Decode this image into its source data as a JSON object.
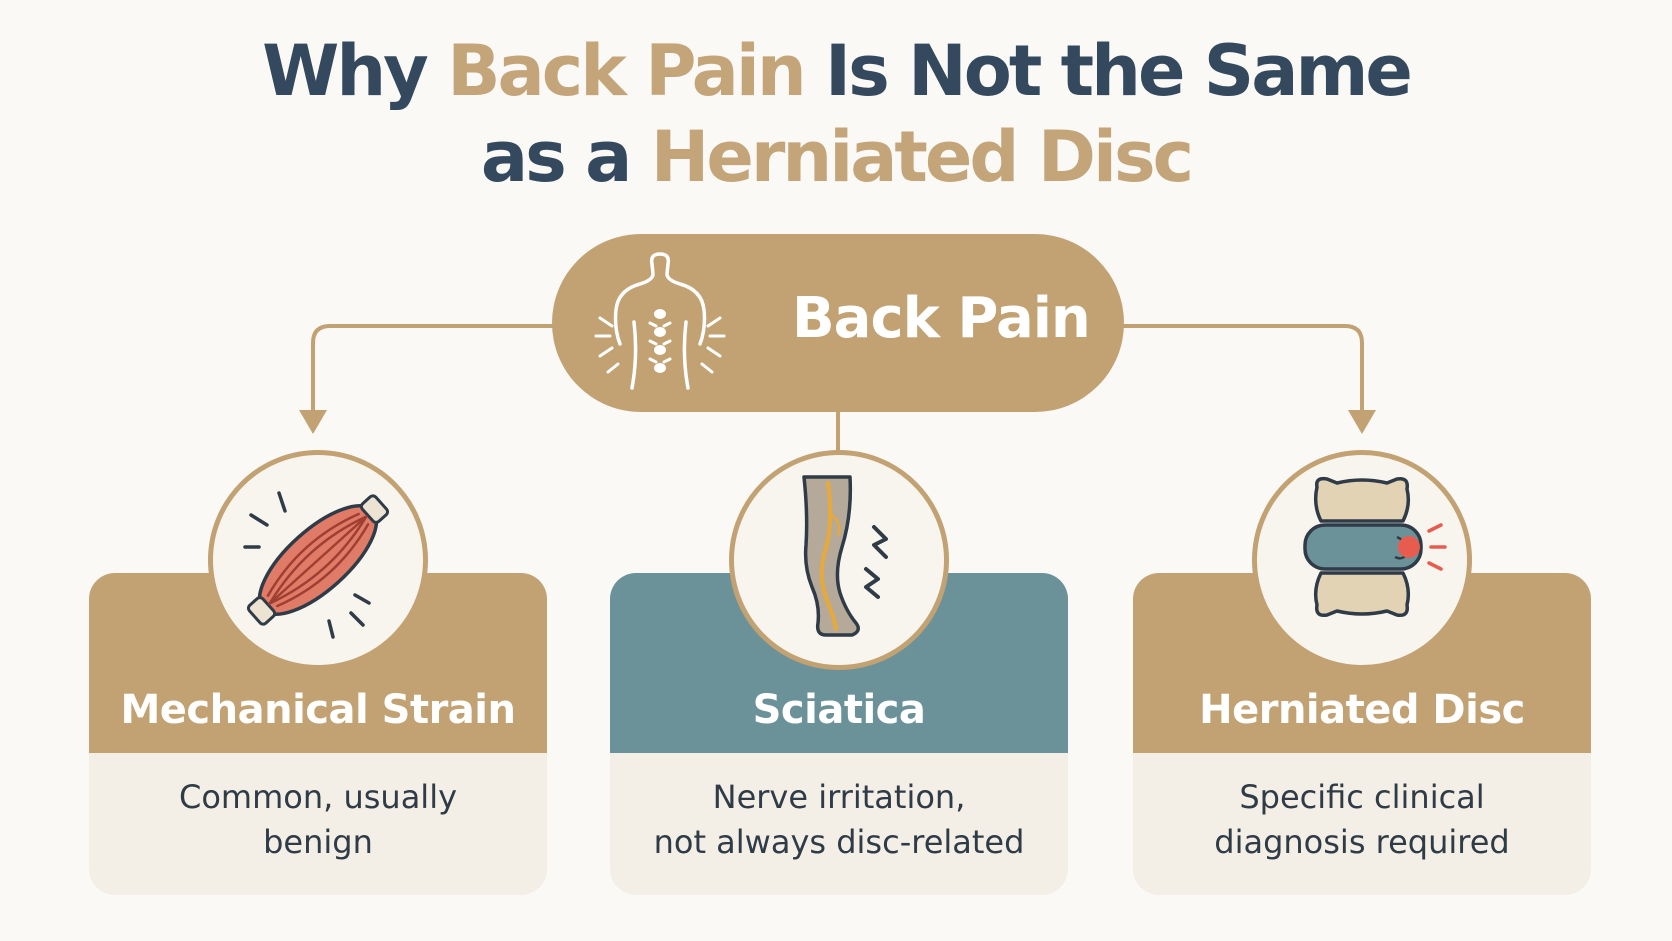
{
  "title": {
    "part1": "Why ",
    "part2": "Back Pain",
    "part3": " Is Not the Same",
    "part4": "as a ",
    "part5": "Herniated Disc"
  },
  "root": {
    "label": "Back Pain",
    "icon": "back-spine-icon"
  },
  "branches": [
    {
      "title": "Mechanical Strain",
      "description_line1": "Common,  usually",
      "description_line2": "benign",
      "icon": "muscle-icon",
      "color": "#c2a273"
    },
    {
      "title": "Sciatica",
      "description_line1": "Nerve irritation,",
      "description_line2": "not always disc-related",
      "icon": "leg-nerve-icon",
      "color": "#6c9299"
    },
    {
      "title": "Herniated Disc",
      "description_line1": "Specific clinical",
      "description_line2": "diagnosis required",
      "icon": "spinal-disc-icon",
      "color": "#c2a273"
    }
  ],
  "colors": {
    "title": "#34495e",
    "accent": "#c4a57a",
    "tan": "#c2a273",
    "teal": "#6c9299",
    "card_body": "#f3efe6"
  }
}
